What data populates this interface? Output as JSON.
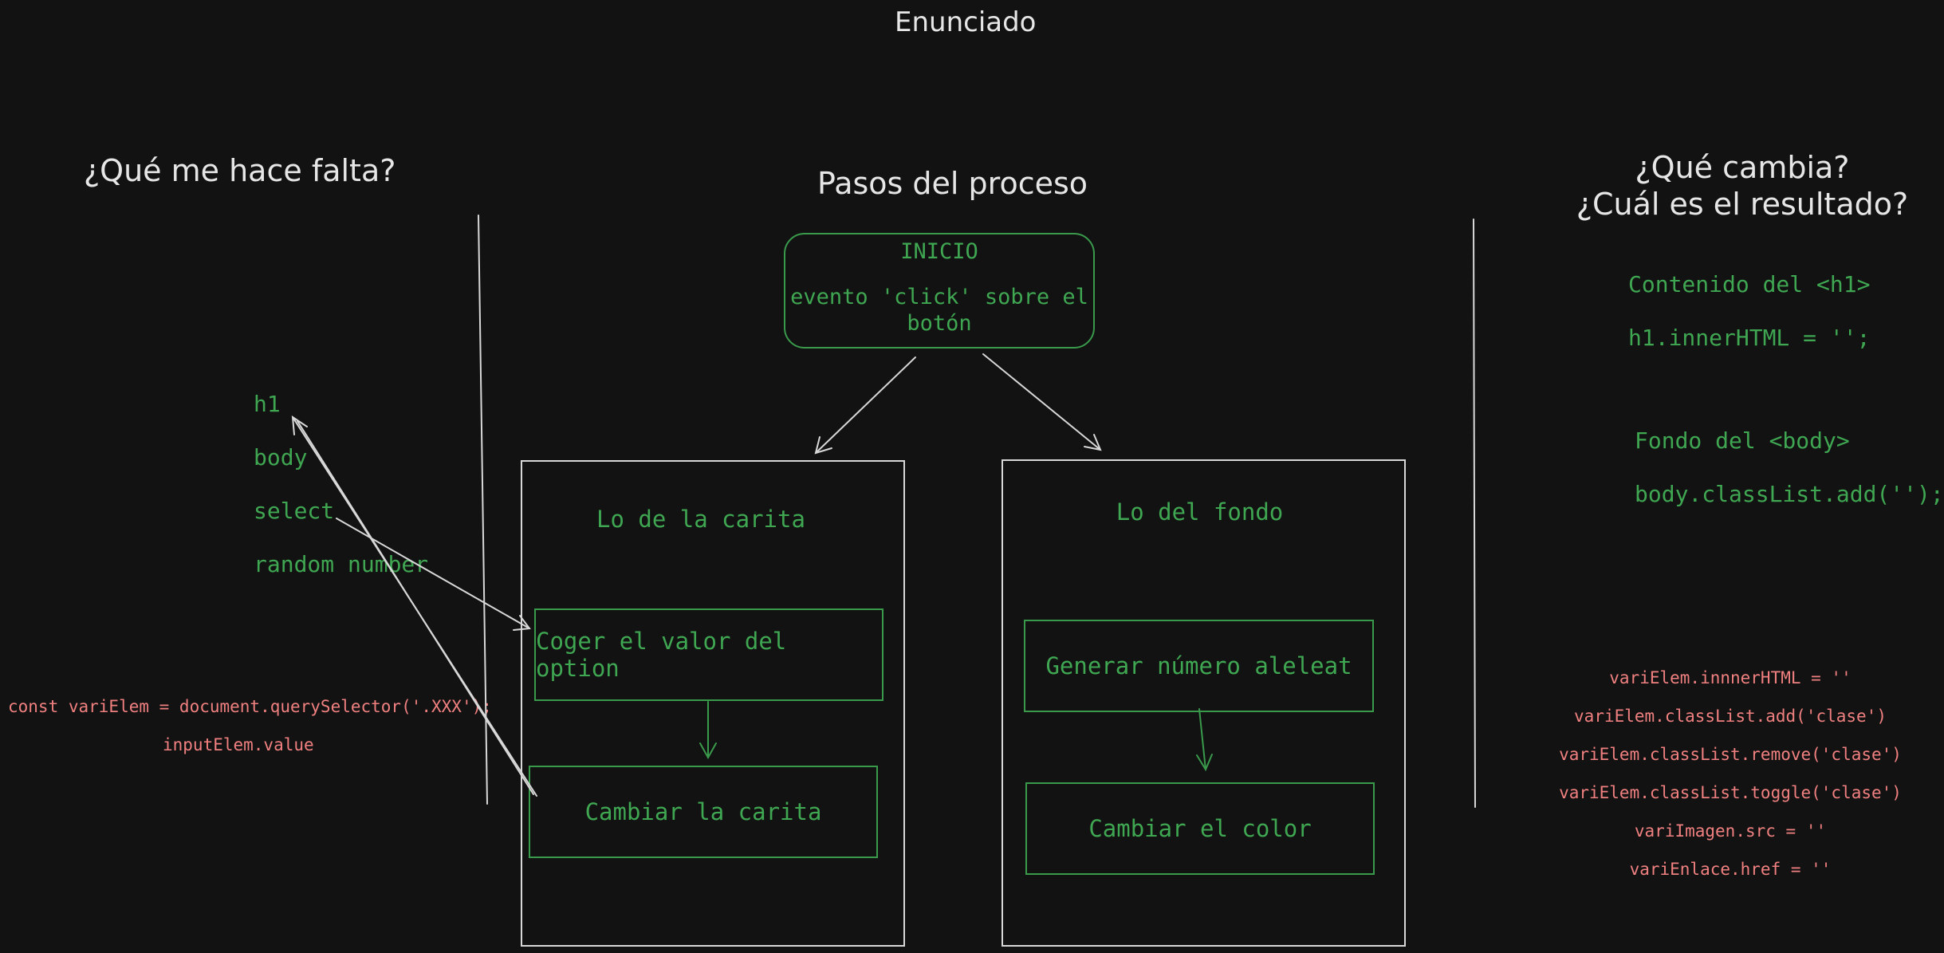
{
  "title": "Enunciado",
  "left": {
    "heading": "¿Qué me hace falta?",
    "items": [
      "h1",
      "body",
      "select",
      "random number"
    ],
    "snippets": [
      "const variElem = document.querySelector('.XXX');",
      "inputElem.value"
    ]
  },
  "middle": {
    "heading": "Pasos del proceso",
    "start": {
      "title": "INICIO",
      "line1": "evento 'click' sobre el",
      "line2": "botón"
    },
    "carita": {
      "title": "Lo de la carita",
      "step1": "Coger el valor del option",
      "step2": "Cambiar la carita"
    },
    "fondo": {
      "title": "Lo del fondo",
      "step1": "Generar número aleleat",
      "step2": "Cambiar el color"
    }
  },
  "right": {
    "heading_line1": "¿Qué cambia?",
    "heading_line2": "¿Cuál es el resultado?",
    "notes": [
      "Contenido del <h1>",
      "h1.innerHTML = '';",
      "Fondo del <body>",
      "body.classList.add('');"
    ],
    "snippets": [
      "variElem.innnerHTML = ''",
      "variElem.classList.add('clase')",
      "variElem.classList.remove('clase')",
      "variElem.classList.toggle('clase')",
      "variImagen.src = ''",
      "variEnlace.href = ''"
    ]
  },
  "colors": {
    "background": "#121212",
    "accent_green": "#3fa652",
    "code_red": "#f08080",
    "stroke": "#d8d8d8"
  }
}
